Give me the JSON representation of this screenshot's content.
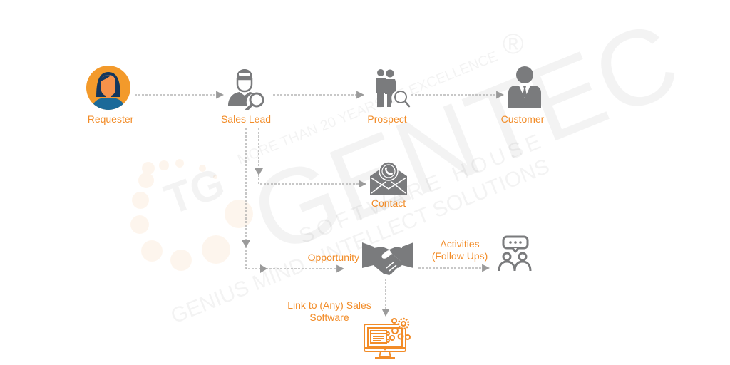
{
  "diagram": {
    "title": "Sales lead flow",
    "colors": {
      "label": "#f28c28",
      "icon_gray": "#7a7b7d",
      "connector": "#a0a0a0",
      "accent_orange": "#f28c28",
      "requester_circle": "#f39a2b",
      "requester_hair": "#13375e",
      "requester_shirt": "#1b6a99",
      "requester_skin": "#f7924a"
    },
    "nodes": [
      {
        "id": "requester",
        "label": "Requester",
        "icon": "woman-avatar-icon"
      },
      {
        "id": "sales-lead",
        "label": "Sales Lead",
        "icon": "user-search-icon"
      },
      {
        "id": "prospect",
        "label": "Prospect",
        "icon": "couple-search-icon"
      },
      {
        "id": "customer",
        "label": "Customer",
        "icon": "businessman-icon"
      },
      {
        "id": "contact",
        "label": "Contact",
        "icon": "envelope-phone-icon"
      },
      {
        "id": "opportunity",
        "label": "Opportunity",
        "icon": "handshake-icon"
      },
      {
        "id": "activities",
        "label_line1": "Activities",
        "label_line2": "(Follow Ups)",
        "icon": "people-chat-icon"
      },
      {
        "id": "software",
        "label_line1": "Link to (Any) Sales",
        "label_line2": "Software",
        "icon": "monitor-gears-icon"
      }
    ],
    "edges": [
      {
        "from": "requester",
        "to": "sales-lead"
      },
      {
        "from": "sales-lead",
        "to": "prospect"
      },
      {
        "from": "prospect",
        "to": "customer"
      },
      {
        "from": "sales-lead",
        "to": "contact"
      },
      {
        "from": "sales-lead",
        "to": "opportunity"
      },
      {
        "from": "opportunity",
        "to": "activities"
      },
      {
        "from": "opportunity",
        "to": "software"
      }
    ]
  },
  "watermark": {
    "brand": "GENTEC",
    "registered": "®",
    "tagline_top": "MORE THAN 20 YEARS OF EXCELLENCE",
    "tagline_mid": "SOFTWARE HOUSE",
    "tagline_bottom": "GENIUS MIND - INTELLECT SOLUTIONS",
    "logo_letters": "TG"
  }
}
